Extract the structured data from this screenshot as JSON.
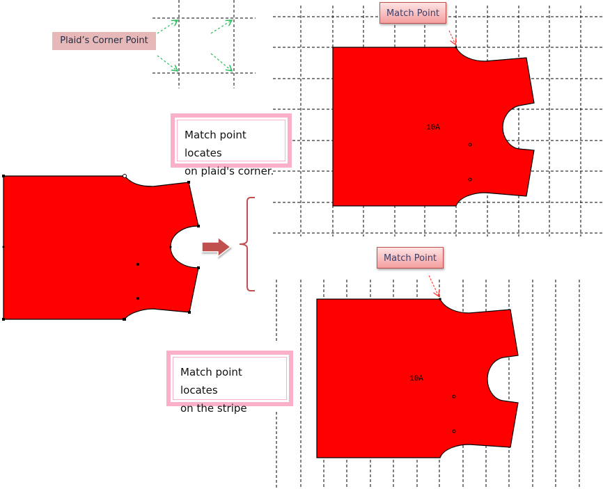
{
  "labels": {
    "plaid_corner": "Plaid’s Corner Point",
    "match_point_top": "Match Point",
    "match_point_bottom": "Match Point",
    "note_plaid_line1": "Match point locates",
    "note_plaid_line2": "on plaid's corner.",
    "note_stripe_line1": "Match point locates",
    "note_stripe_line2": "on the stripe",
    "piece_size_top": "10A",
    "piece_size_bottom": "10A"
  },
  "colors": {
    "piece_fill": "#ff0000",
    "label_bg": "#e6b8b8",
    "note_border": "#f9b0c8",
    "arrow": "#c0504d",
    "guide_arrow": "#22bb55"
  }
}
